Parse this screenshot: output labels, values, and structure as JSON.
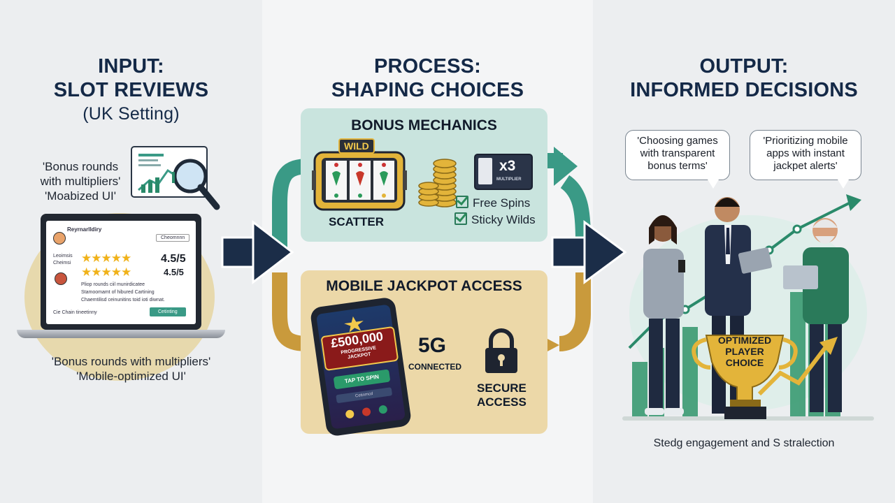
{
  "left": {
    "heading_line1": "INPUT:",
    "heading_line2": "SLOT REVIEWS",
    "heading_sub": "(UK Setting)",
    "quote_top": "'Bonus rounds\nwith multipliers'\n'Moabized UI'",
    "quote_bottom": "'Bonus rounds with multipliers'\n'Mobile-optimized UI'",
    "laptop": {
      "reviewer_name": "Reyrnarlldiry",
      "button_label": "Cheomnnn",
      "row1_label": "Leoimsis\nCheimsi",
      "rating1": "4.5/5",
      "rating2": "4.5/5",
      "line1": "Pliop rounds ciil munirdicatee",
      "line2": "Stamoomamt of hibured Cartining",
      "line3": "Chaemtilisd ceinunitins toid ioti diwnat.",
      "footer_left": "Cie Chain tineetinny",
      "footer_button": "Cetinting"
    }
  },
  "middle": {
    "heading_line1": "PROCESS:",
    "heading_line2": "SHAPING CHOICES",
    "bonus": {
      "title": "BONUS MECHANICS",
      "wild": "WILD",
      "scatter": "SCATTER",
      "multiplier": "x3",
      "multiplier_label": "MULTIPLIER",
      "check1": "Free Spins",
      "check2": "Sticky Wilds"
    },
    "mobile": {
      "title": "MOBILE JACKPOT ACCESS",
      "jackpot_amount": "£500,000",
      "jackpot_label": "PROGRESSIVE\nJACKPOT",
      "tap_button": "TAP TO SPIN",
      "phone_small": "Cetinmcd",
      "network": "5G",
      "network_label": "CONNECTED",
      "secure": "SECURE\nACCESS"
    }
  },
  "right": {
    "heading_line1": "OUTPUT:",
    "heading_line2": "INFORMED DECISIONS",
    "bubble1": "'Choosing games\nwith transparent\nbonus terms'",
    "bubble2": "'Prioritizing mobile\napps with instant\njackpet alerts'",
    "trophy": "OPTIMIZED\nPLAYER\nCHOICE",
    "caption": "Stedg engagement and S stralection"
  },
  "colors": {
    "navy": "#142947",
    "teal_box": "#c9e4de",
    "sand_box": "#ecd8a8",
    "teal_arrow": "#3a9a86",
    "gold_arrow": "#c99a3c"
  }
}
